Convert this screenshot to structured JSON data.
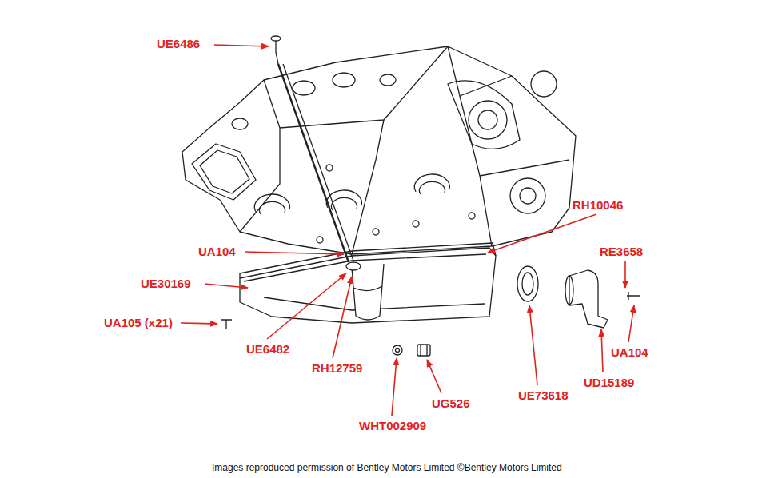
{
  "diagram": {
    "caption": "Images reproduced permission of Bentley Motors Limited ©Bentley Motors Limited",
    "labels": [
      "UE6486",
      "RH10046",
      "UA104",
      "RE3658",
      "UE30169",
      "UA105 (x21)",
      "UE6482",
      "RH12759",
      "UA104",
      "UD15189",
      "UE73618",
      "UG526",
      "WHT002909"
    ]
  }
}
